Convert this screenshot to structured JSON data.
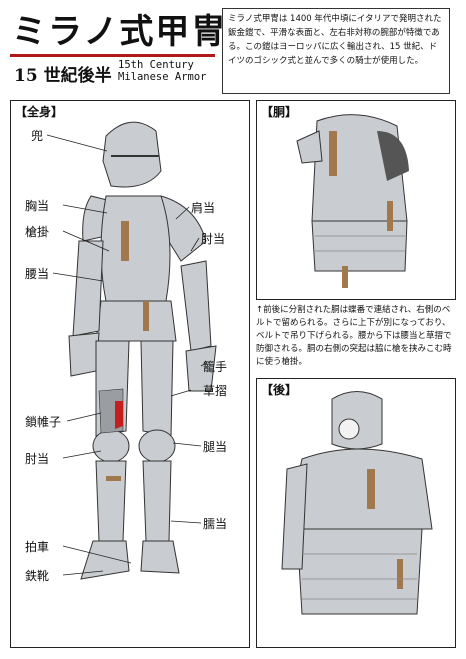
{
  "header": {
    "title": "ミラノ式甲冑",
    "subtitle_jp": "15 世紀後半",
    "subtitle_en_line1": "15th Century",
    "subtitle_en_line2": "Milanese Armor",
    "intro_text": "ミラノ式甲冑は 1400 年代中頃にイタリアで発明された鈑金鎧で、平滑な表面と、左右非対称の腕部が特徴である。この鎧はヨーロッパに広く輸出され、15 世紀、ドイツのゴシック式と並んで多くの騎士が使用した。"
  },
  "panels": {
    "full": {
      "label": "【全身】",
      "parts": {
        "kabuto": "兜",
        "muneate": "胸当",
        "sokake": "槍掛",
        "koshiate": "腰当",
        "kusari": "鎖帷子",
        "hijiate_left": "肘当",
        "hakusha": "拍車",
        "tetsuka": "鉄靴",
        "kataate": "肩当",
        "hijiate_right": "肘当",
        "kote": "籠手",
        "kusazuri": "草摺",
        "momoate": "腿当",
        "suneate": "臑当"
      }
    },
    "torso": {
      "label": "【胴】",
      "description": "↑前後に分割された胴は蝶番で連結され、右側のベルトで留められる。さらに上下が別になっており、ベルトで吊り下げられる。腰から下は腰当と草摺で防御される。胴の右側の突起は脇に槍を挟みこむ時に使う槍掛。"
    },
    "back": {
      "label": "【後】"
    }
  },
  "colors": {
    "accent": "#b01818",
    "steel": "#c9ccd0",
    "steel_dark": "#8c9096",
    "leather": "#a0784c",
    "blood": "#c41e1e"
  }
}
